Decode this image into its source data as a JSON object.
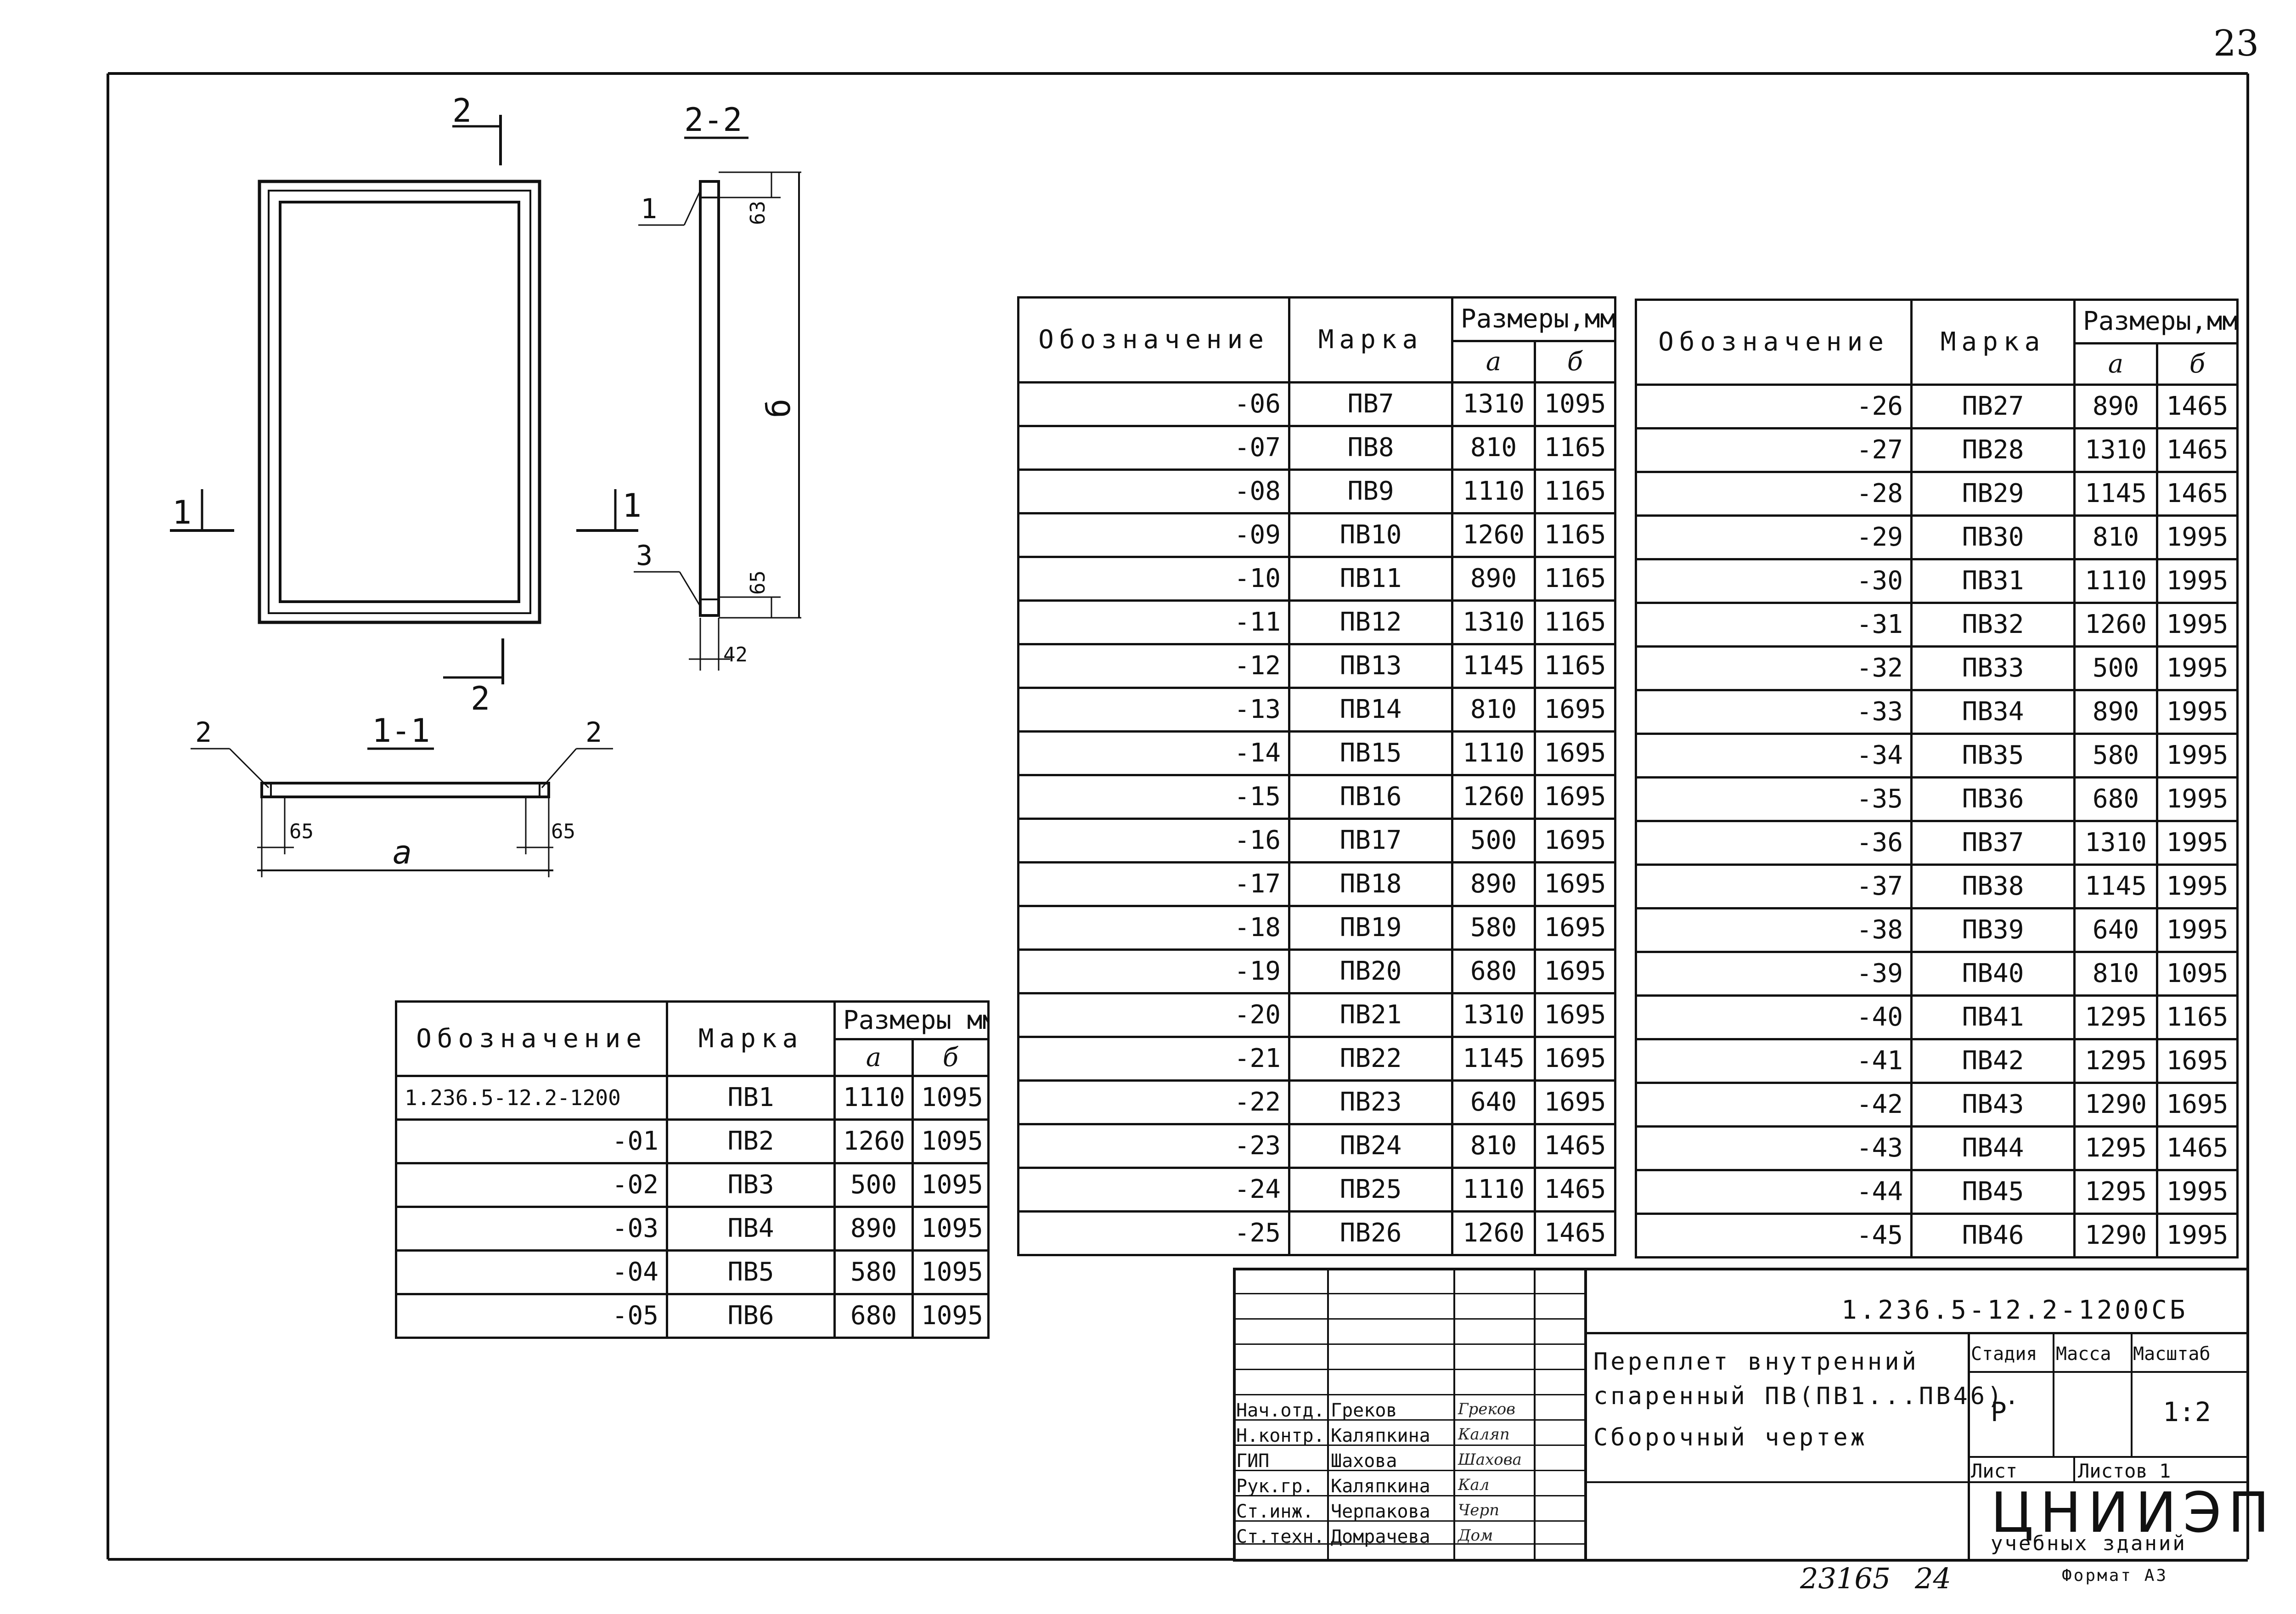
{
  "page_number": "23",
  "drawing": {
    "section_2_top": "2",
    "section_2_bottom": "2",
    "section_1_left": "1",
    "section_1_right": "1",
    "view_2_2_title": "2-2",
    "view_1_1_title": "1-1",
    "callout_1": "1",
    "callout_3": "3",
    "callout_2_left": "2",
    "callout_2_right": "2",
    "dim_63": "63",
    "dim_65_side": "65",
    "dim_42": "42",
    "dim_b": "б",
    "dim_65_left": "65",
    "dim_65_right": "65",
    "dim_a": "a"
  },
  "headers": {
    "designation": "Обозначение",
    "mark": "Марка",
    "sizes_mm": "Размеры,мм",
    "sizes_mm_small": "Размеры мм",
    "a": "a",
    "b": "б"
  },
  "table_small": [
    {
      "des": "1.236.5-12.2-1200",
      "mark": "ПВ1",
      "a": "1110",
      "b": "1095"
    },
    {
      "des": "-01",
      "mark": "ПВ2",
      "a": "1260",
      "b": "1095"
    },
    {
      "des": "-02",
      "mark": "ПВ3",
      "a": "500",
      "b": "1095"
    },
    {
      "des": "-03",
      "mark": "ПВ4",
      "a": "890",
      "b": "1095"
    },
    {
      "des": "-04",
      "mark": "ПВ5",
      "a": "580",
      "b": "1095"
    },
    {
      "des": "-05",
      "mark": "ПВ6",
      "a": "680",
      "b": "1095"
    }
  ],
  "table_mid": [
    {
      "des": "-06",
      "mark": "ПВ7",
      "a": "1310",
      "b": "1095"
    },
    {
      "des": "-07",
      "mark": "ПВ8",
      "a": "810",
      "b": "1165"
    },
    {
      "des": "-08",
      "mark": "ПВ9",
      "a": "1110",
      "b": "1165"
    },
    {
      "des": "-09",
      "mark": "ПВ10",
      "a": "1260",
      "b": "1165"
    },
    {
      "des": "-10",
      "mark": "ПВ11",
      "a": "890",
      "b": "1165"
    },
    {
      "des": "-11",
      "mark": "ПВ12",
      "a": "1310",
      "b": "1165"
    },
    {
      "des": "-12",
      "mark": "ПВ13",
      "a": "1145",
      "b": "1165"
    },
    {
      "des": "-13",
      "mark": "ПВ14",
      "a": "810",
      "b": "1695"
    },
    {
      "des": "-14",
      "mark": "ПВ15",
      "a": "1110",
      "b": "1695"
    },
    {
      "des": "-15",
      "mark": "ПВ16",
      "a": "1260",
      "b": "1695"
    },
    {
      "des": "-16",
      "mark": "ПВ17",
      "a": "500",
      "b": "1695"
    },
    {
      "des": "-17",
      "mark": "ПВ18",
      "a": "890",
      "b": "1695"
    },
    {
      "des": "-18",
      "mark": "ПВ19",
      "a": "580",
      "b": "1695"
    },
    {
      "des": "-19",
      "mark": "ПВ20",
      "a": "680",
      "b": "1695"
    },
    {
      "des": "-20",
      "mark": "ПВ21",
      "a": "1310",
      "b": "1695"
    },
    {
      "des": "-21",
      "mark": "ПВ22",
      "a": "1145",
      "b": "1695"
    },
    {
      "des": "-22",
      "mark": "ПВ23",
      "a": "640",
      "b": "1695"
    },
    {
      "des": "-23",
      "mark": "ПВ24",
      "a": "810",
      "b": "1465"
    },
    {
      "des": "-24",
      "mark": "ПВ25",
      "a": "1110",
      "b": "1465"
    },
    {
      "des": "-25",
      "mark": "ПВ26",
      "a": "1260",
      "b": "1465"
    }
  ],
  "table_right": [
    {
      "des": "-26",
      "mark": "ПВ27",
      "a": "890",
      "b": "1465"
    },
    {
      "des": "-27",
      "mark": "ПВ28",
      "a": "1310",
      "b": "1465"
    },
    {
      "des": "-28",
      "mark": "ПВ29",
      "a": "1145",
      "b": "1465"
    },
    {
      "des": "-29",
      "mark": "ПВ30",
      "a": "810",
      "b": "1995"
    },
    {
      "des": "-30",
      "mark": "ПВ31",
      "a": "1110",
      "b": "1995"
    },
    {
      "des": "-31",
      "mark": "ПВ32",
      "a": "1260",
      "b": "1995"
    },
    {
      "des": "-32",
      "mark": "ПВ33",
      "a": "500",
      "b": "1995"
    },
    {
      "des": "-33",
      "mark": "ПВ34",
      "a": "890",
      "b": "1995"
    },
    {
      "des": "-34",
      "mark": "ПВ35",
      "a": "580",
      "b": "1995"
    },
    {
      "des": "-35",
      "mark": "ПВ36",
      "a": "680",
      "b": "1995"
    },
    {
      "des": "-36",
      "mark": "ПВ37",
      "a": "1310",
      "b": "1995"
    },
    {
      "des": "-37",
      "mark": "ПВ38",
      "a": "1145",
      "b": "1995"
    },
    {
      "des": "-38",
      "mark": "ПВ39",
      "a": "640",
      "b": "1995"
    },
    {
      "des": "-39",
      "mark": "ПВ40",
      "a": "810",
      "b": "1095"
    },
    {
      "des": "-40",
      "mark": "ПВ41",
      "a": "1295",
      "b": "1165"
    },
    {
      "des": "-41",
      "mark": "ПВ42",
      "a": "1295",
      "b": "1695"
    },
    {
      "des": "-42",
      "mark": "ПВ43",
      "a": "1290",
      "b": "1695"
    },
    {
      "des": "-43",
      "mark": "ПВ44",
      "a": "1295",
      "b": "1465"
    },
    {
      "des": "-44",
      "mark": "ПВ45",
      "a": "1295",
      "b": "1995"
    },
    {
      "des": "-45",
      "mark": "ПВ46",
      "a": "1290",
      "b": "1995"
    }
  ],
  "title_block": {
    "code": "1.236.5-12.2-1200СБ",
    "title_line1": "Переплет внутренний",
    "title_line2": "спаренный ПВ(ПВ1...ПВ46).",
    "title_line3": "Сборочный чертеж",
    "stage_label": "Стадия",
    "mass_label": "Масса",
    "scale_label": "Масштаб",
    "stage": "Р",
    "scale": "1:2",
    "sheet_label": "Лист",
    "sheets_label": "Листов 1",
    "org_name": "ЦНИИЭП",
    "org_sub": "учебных зданий",
    "format": "Формат А3",
    "stamp_number": "23165",
    "stamp_suffix": "24",
    "roles": [
      {
        "role": "Нач.отд.",
        "name": "Греков",
        "sig": "Греков"
      },
      {
        "role": "Н.контр.",
        "name": "Каляпкина",
        "sig": "Каляп"
      },
      {
        "role": "ГИП",
        "name": "Шахова",
        "sig": "Шахова"
      },
      {
        "role": "Рук.гр.",
        "name": "Каляпкина",
        "sig": "Кал"
      },
      {
        "role": "Ст.инж.",
        "name": "Черпакова",
        "sig": "Черп"
      },
      {
        "role": "Ст.техн.",
        "name": "Домрачева",
        "sig": "Дом"
      }
    ]
  }
}
